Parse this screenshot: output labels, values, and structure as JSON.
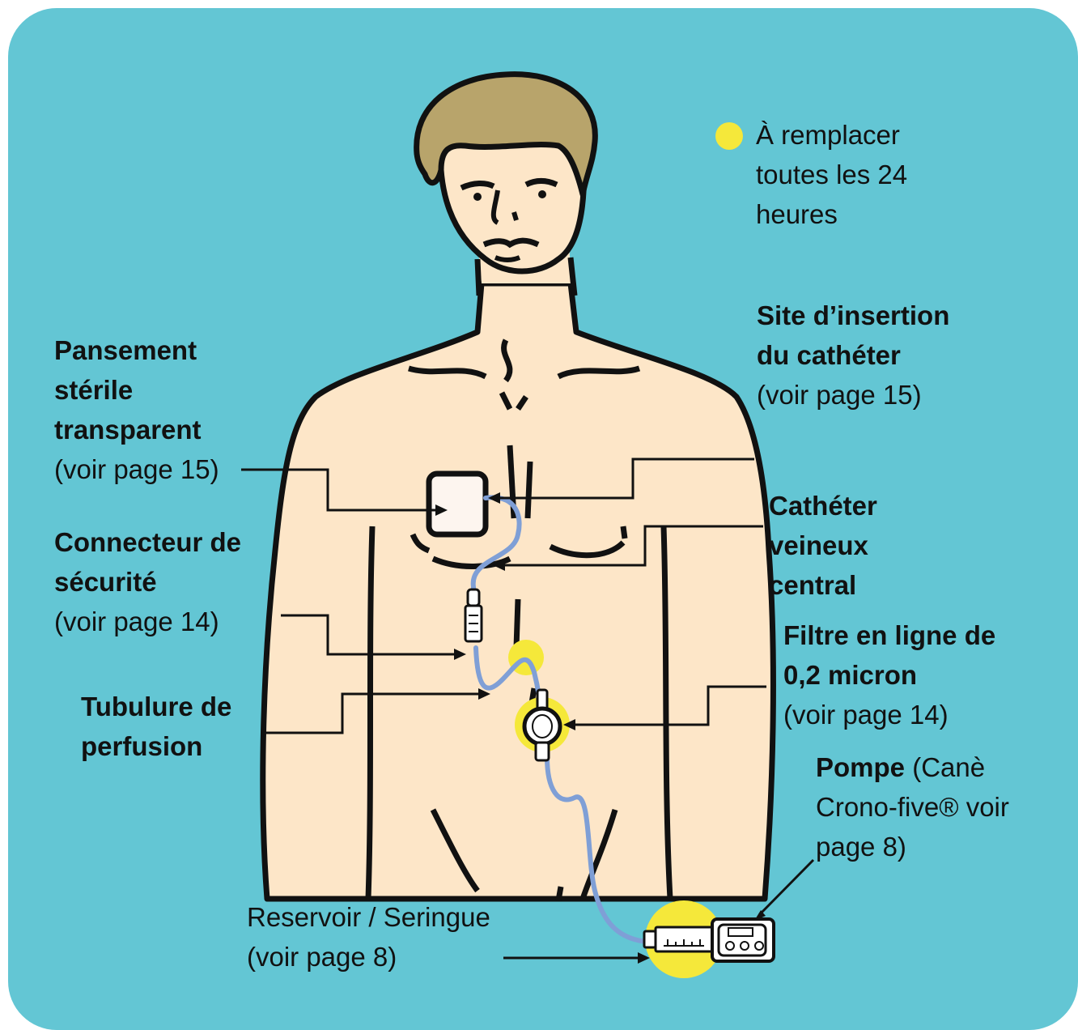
{
  "colors": {
    "background": "#63c6d4",
    "skin": "#fde6c8",
    "hair": "#b8a46b",
    "highlight": "#f5e83a",
    "tube": "#7f9fd6",
    "outline": "#111111"
  },
  "legend": {
    "icon": "yellow-dot",
    "text": "À remplacer toutes les 24 heures"
  },
  "labels": {
    "pansement": {
      "title": "Pansement stérile transparent",
      "ref": "(voir page 15)"
    },
    "connecteur": {
      "title": "Connecteur de sécurité",
      "ref": "(voir page 14)"
    },
    "tubulure": {
      "title": "Tubulure de perfusion"
    },
    "site": {
      "title": "Site d’insertion du cathéter",
      "ref": "(voir page 15)"
    },
    "catheter": {
      "title": "Cathéter veineux central"
    },
    "filtre": {
      "title": "Filtre en ligne de 0,2 micron",
      "ref": "(voir page 14)"
    },
    "pompe": {
      "title": "Pompe",
      "ref": "(Canè Crono-five® voir page 8)"
    },
    "reservoir": {
      "title": "Reservoir / Seringue",
      "ref": "(voir page 8)"
    }
  }
}
